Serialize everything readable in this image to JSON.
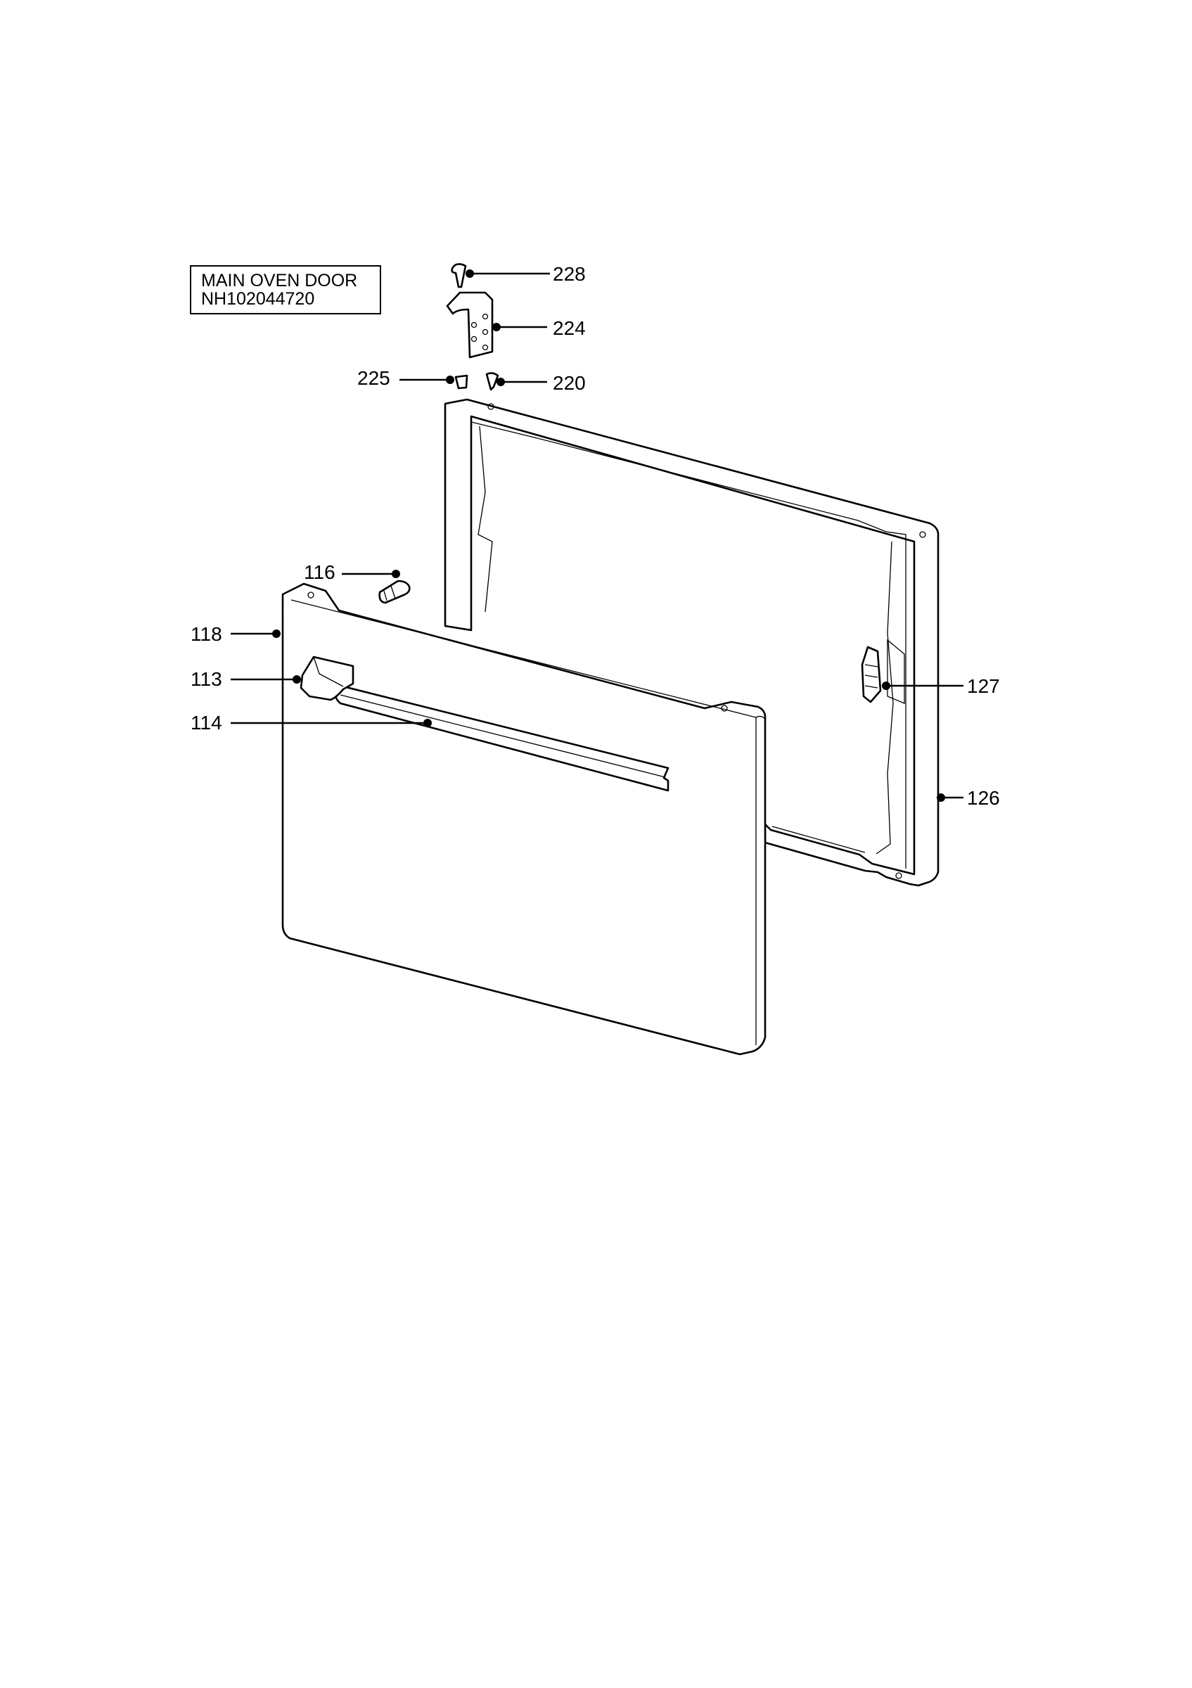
{
  "title": {
    "name": "MAIN OVEN DOOR",
    "code": "NH102044720"
  },
  "callouts": {
    "p228": "228",
    "p224": "224",
    "p225": "225",
    "p220": "220",
    "p116": "116",
    "p118": "118",
    "p113": "113",
    "p114": "114",
    "p127": "127",
    "p126": "126"
  }
}
